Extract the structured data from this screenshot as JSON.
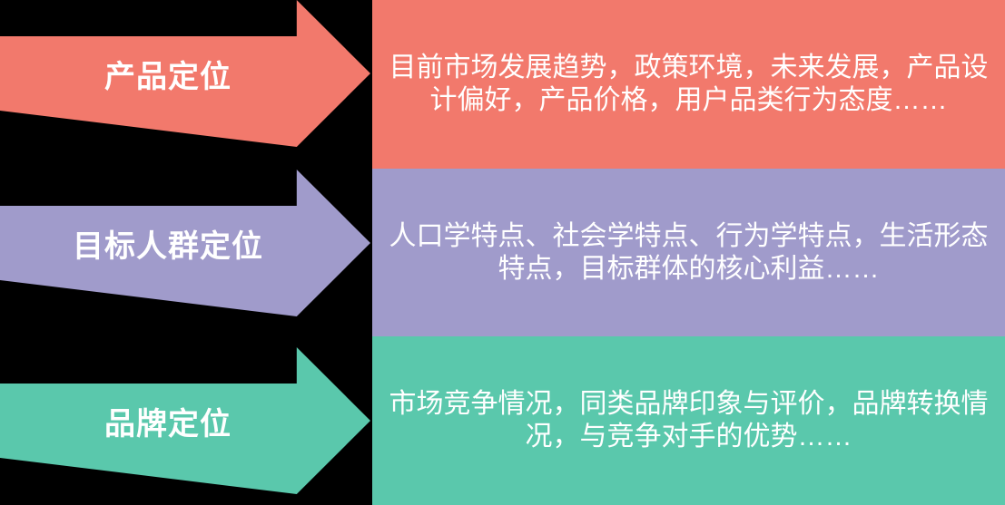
{
  "canvas": {
    "background": "#000000",
    "text_color": "#FFFFFF"
  },
  "rows": [
    {
      "label": "产品定位",
      "color": "#F2796C",
      "description_lines": [
        "目前市场发展趋势，政策环境，未来发展，产品设",
        "计偏好，产品价格，用户品类行为态度……"
      ]
    },
    {
      "label": "目标人群定位",
      "color": "#A09BCB",
      "description_lines": [
        "人口学特点、社会学特点、行为学特点，生活形态",
        "特点，目标群体的核心利益……"
      ]
    },
    {
      "label": "品牌定位",
      "color": "#5AC8AC",
      "description_lines": [
        "市场竞争情况，同类品牌印象与评价，品牌转换情",
        "况，与竞争对手的优势……"
      ]
    }
  ]
}
